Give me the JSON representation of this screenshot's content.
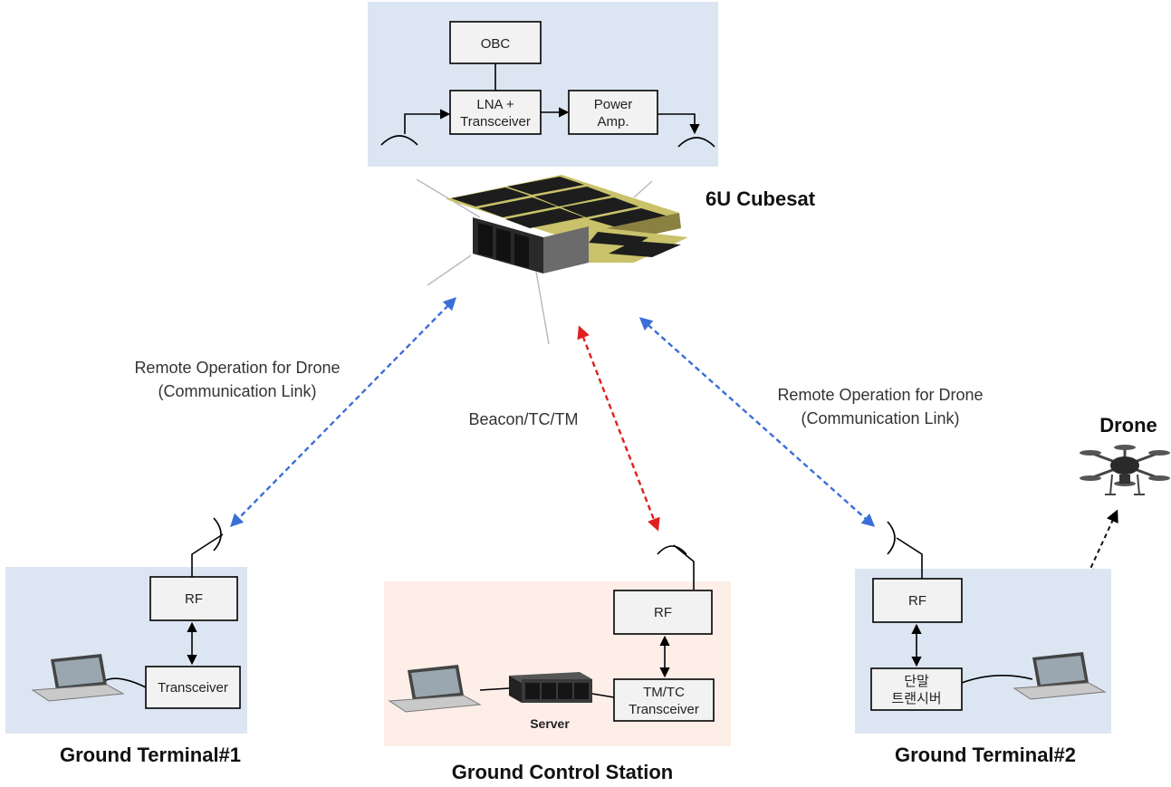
{
  "satellite": {
    "title": "6U Cubesat",
    "obc": "OBC",
    "lna_line1": "LNA +",
    "lna_line2": "Transceiver",
    "pa_line1": "Power",
    "pa_line2": "Amp."
  },
  "links": {
    "left_line1": "Remote Operation for Drone",
    "left_line2": "(Communication Link)",
    "center": "Beacon/TC/TM",
    "right_line1": "Remote Operation for Drone",
    "right_line2": "(Communication Link)"
  },
  "drone": {
    "title": "Drone"
  },
  "gt1": {
    "rf": "RF",
    "transceiver": "Transceiver",
    "title": "Ground Terminal#1"
  },
  "gcs": {
    "rf": "RF",
    "tmtc_line1": "TM/TC",
    "tmtc_line2": "Transceiver",
    "server": "Server",
    "title": "Ground Control Station"
  },
  "gt2": {
    "rf": "RF",
    "term_line1": "단말",
    "term_line2": "트랜시버",
    "title": "Ground Terminal#2"
  },
  "colors": {
    "blue_link": "#3a6fd8",
    "red_link": "#e02020",
    "panel_blue": "#dce6f2",
    "panel_pink": "#fdeee8"
  }
}
